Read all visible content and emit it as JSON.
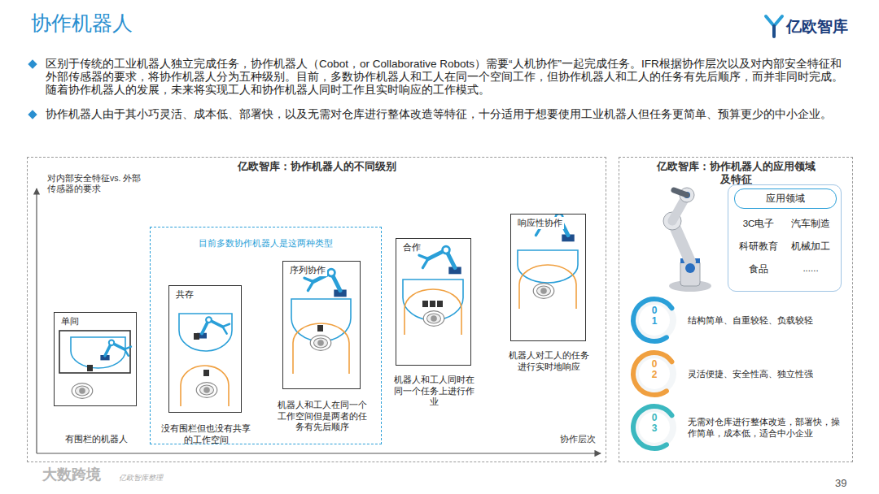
{
  "diagram": {
    "title": "协作机器人",
    "nodes": [
      {
        "text": [
          "亿欧智库：协作机器人的不同级别"
        ]
      },
      {
        "text": [
          "单间",
          "有围栏的机器人"
        ],
        "in": 0
      },
      {
        "text": [
          "目前多数协作机器人是这两种类型"
        ],
        "in": 0
      },
      {
        "text": [
          "共存",
          "没有围栏但也没有共享的工作空间"
        ],
        "in": 2
      },
      {
        "text": [
          "序列协作",
          "机器人和工人在同一个工作空间但是两者的任务有先后顺序"
        ],
        "in": 2
      },
      {
        "text": [
          "合作",
          "机器人和工人同时在同一个任务上进行作业"
        ],
        "in": 0
      },
      {
        "text": [
          "响应性协作",
          "机器人对工人的任务进行实时地响应"
        ],
        "in": 0
      },
      {
        "text": [
          "亿欧智库：协作机器人的应用领域及特征"
        ]
      },
      {
        "text": [
          "3C电子",
          "汽车制造",
          "科研教育",
          "机械加工",
          "食品",
          "......"
        ],
        "in": 7
      },
      {
        "text": [
          "应用领域"
        ],
        "in": 8
      },
      {
        "text": [
          "01",
          "结构简单、自重较轻、负载较轻"
        ],
        "in": 7
      },
      {
        "text": [
          "02",
          "灵活便捷、安全性高、独立性强"
        ],
        "in": 7
      },
      {
        "text": [
          "03",
          "无需对仓库进行整体改造，部署快，操作简单，成本低，适合中小企业"
        ],
        "in": 7
      }
    ],
    "labels": [
      "亿欧智库",
      "区别于传统的工业机器人独立完成任务，协作机器人（Cobot，or Collaborative Robots）需要“人机协作”一起完成任务。IFR根据协作层次以及对内部安全特征和外部传感器的要求，将协作机器人分为五种级别。目前，多数协作机器人和工人在同一个空间工作，但协作机器人和工人的任务有先后顺序，而并非同时完成。随着协作机器人的发展，未来将实现工人和协作机器人同时工作且实时响应的工作模式。",
      "协作机器人由于其小巧灵活、成本低、部署快，以及无需对仓库进行整体改造等特征，十分适用于想要使用工业机器人但任务更简单、预算更少的中小企业。",
      "对内部安全特征vs. 外部传感器的要求",
      "协作层次",
      "大数跨境",
      "亿欧智库整理",
      "39"
    ]
  }
}
